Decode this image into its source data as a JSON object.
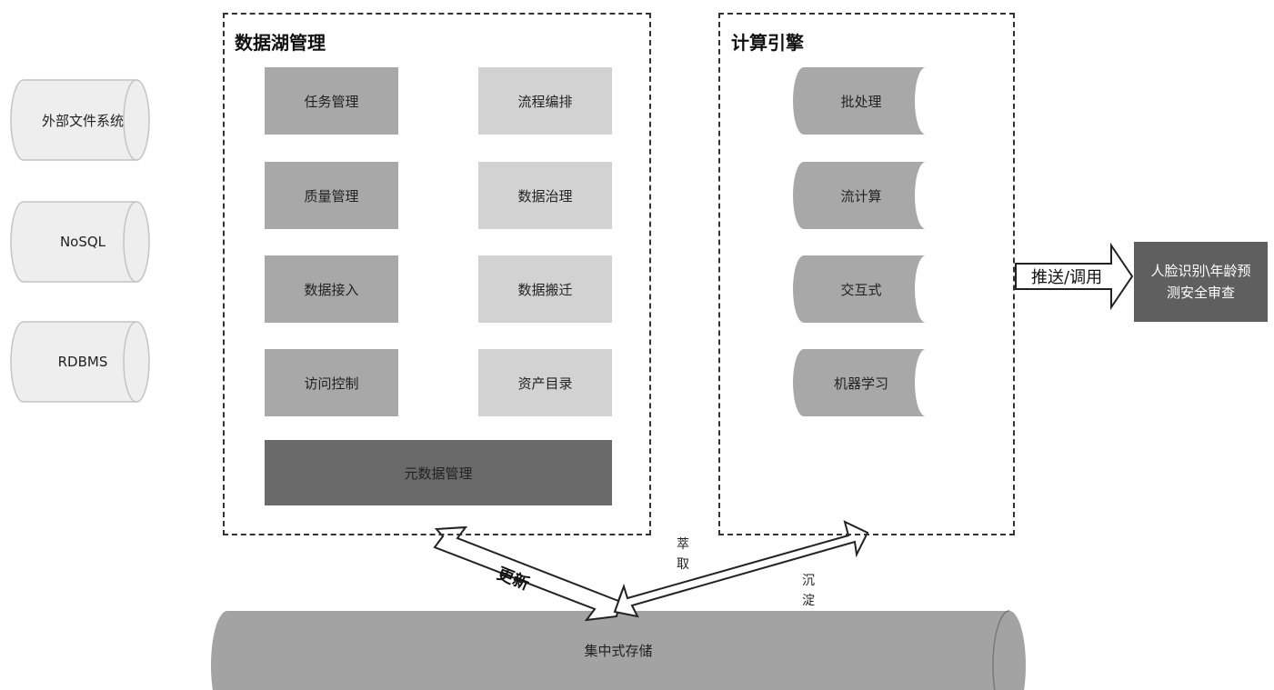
{
  "sources": [
    "外部文件系统",
    "NoSQL",
    "RDBMS"
  ],
  "lake": {
    "title": "数据湖管理",
    "items": [
      "任务管理",
      "流程编排",
      "质量管理",
      "数据治理",
      "数据接入",
      "数据搬迁",
      "访问控制",
      "资产目录"
    ],
    "metadata": "元数据管理"
  },
  "engine": {
    "title": "计算引擎",
    "items": [
      "批处理",
      "流计算",
      "交互式",
      "机器学习"
    ]
  },
  "push": {
    "label": "推送/调用",
    "target_line1": "人脸识别\\年龄预",
    "target_line2": "测安全审查"
  },
  "storage": "集中式存储",
  "arrows": {
    "update": "更新",
    "extract_1": "萃",
    "extract_2": "取",
    "settle_1": "沉",
    "settle_2": "淀"
  },
  "colors": {
    "mid": "#a8a8a8",
    "light": "#d2d2d2",
    "dark": "#6a6a6a",
    "source": "#eeeeee"
  }
}
